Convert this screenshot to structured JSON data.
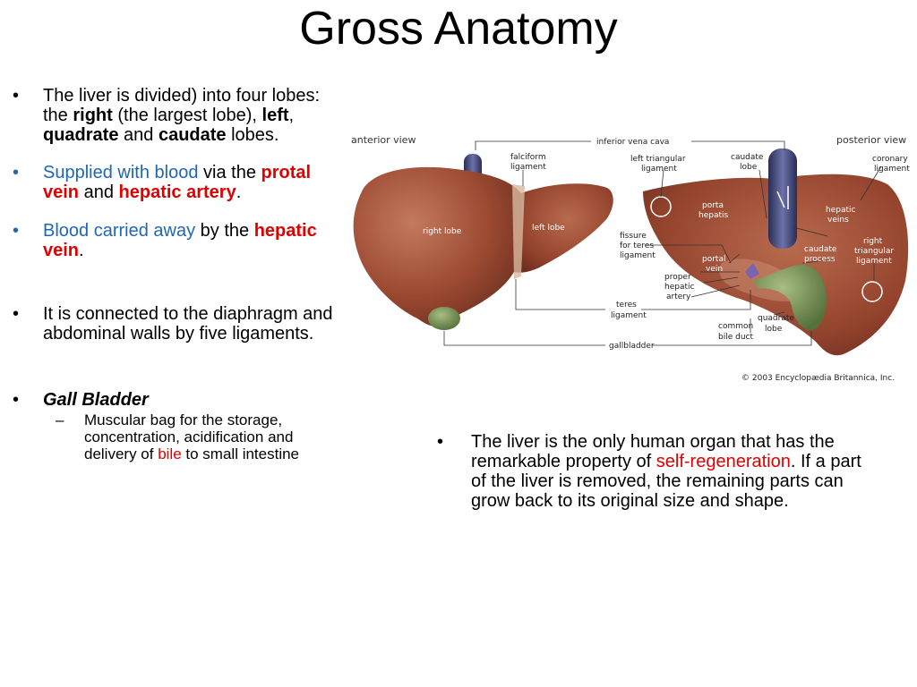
{
  "title": "Gross Anatomy",
  "left_bullets": {
    "b1": {
      "marker": "•",
      "t1": "The liver is divided) into four lobes: the ",
      "right": "right",
      "t2": " (the largest lobe), ",
      "left": "left",
      "t3": ", ",
      "quadrate": "quadrate",
      "t4": " and ",
      "caudate": "caudate",
      "t5": " lobes."
    },
    "b2": {
      "marker": "•",
      "t1": "Supplied with blood",
      "t2": " via the ",
      "t3": "protal vein",
      "t4": " and ",
      "t5": "hepatic artery",
      "t6": "."
    },
    "b3": {
      "marker": "•",
      "t1": "Blood carried away",
      "t2": " by the ",
      "t3": "hepatic vein",
      "t4": "."
    },
    "b4": {
      "marker": "•",
      "text": "It is connected to the diaphragm and abdominal walls by five ligaments."
    },
    "b5": {
      "marker": "•",
      "text": "Gall Bladder",
      "sub": {
        "marker": "–",
        "t1": "Muscular bag for the storage, concentration, acidification and delivery of ",
        "t2": "bile",
        "t3": " to small intestine"
      }
    }
  },
  "right_bullet": {
    "marker": "•",
    "t1": "The liver is the only human organ that has the remarkable property of ",
    "t2": "self-regeneration",
    "t3": ". If a part of the liver is removed, the remaining parts can grow back to its original size and shape."
  },
  "figure": {
    "labels": {
      "anterior_view": "anterior view",
      "posterior_view": "posterior view",
      "inferior_vena_cava": "inferior vena cava",
      "falciform_1": "falciform",
      "falciform_2": "ligament",
      "left_triangular_1": "left triangular",
      "left_triangular_2": "ligament",
      "caudate_lobe_1": "caudate",
      "caudate_lobe_2": "lobe",
      "coronary_1": "coronary",
      "coronary_2": "ligament",
      "right_lobe": "right lobe",
      "left_lobe": "left lobe",
      "porta_hepatis_1": "porta",
      "porta_hepatis_2": "hepatis",
      "hepatic_veins_1": "hepatic",
      "hepatic_veins_2": "veins",
      "fissure_1": "fissure",
      "fissure_2": "for teres",
      "fissure_3": "ligament",
      "caudate_process_1": "caudate",
      "caudate_process_2": "process",
      "right_triangular_1": "right",
      "right_triangular_2": "triangular",
      "right_triangular_3": "ligament",
      "portal_vein_1": "portal",
      "portal_vein_2": "vein",
      "proper_hepatic_1": "proper",
      "proper_hepatic_2": "hepatic",
      "proper_hepatic_3": "artery",
      "teres_1": "teres",
      "teres_2": "ligament",
      "quadrate_1": "quadrate",
      "quadrate_2": "lobe",
      "common_bile_1": "common",
      "common_bile_2": "bile duct",
      "gallbladder": "gallbladder",
      "copyright": "© 2003 Encyclopædia Britannica, Inc."
    },
    "colors": {
      "liver": "#9c4a32",
      "liver_light": "#b86a4e",
      "liver_dark": "#6e2f20",
      "gallbladder": "#6f8a4e",
      "vein": "#3c3f6e"
    }
  }
}
